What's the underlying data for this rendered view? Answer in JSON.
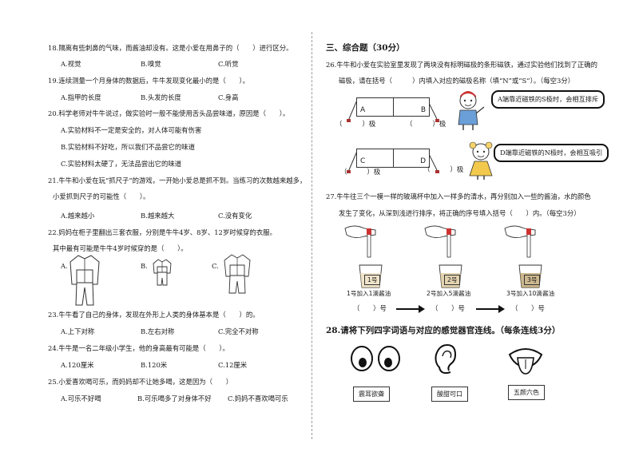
{
  "left": {
    "q18": {
      "text": "18.隔离有些刺鼻的气味，而酱油却没有。这是小爱在用鼻子的（　　）进行区分。",
      "a": "A.视觉",
      "b": "B.嗅觉",
      "c": "C.听觉"
    },
    "q19": {
      "text": "19.连续测量一个月身体的数据后，牛牛发现变化最小的是（　　）。",
      "a": "A.指甲的长度",
      "b": "B.头发的长度",
      "c": "C.身高"
    },
    "q20": {
      "text": "20.科学老师对牛牛说过，做实验时一般不能使用舌头品尝味道，原因是（　　）。",
      "a": "A.实验材料不一定是安全的，对人体可能有伤害",
      "b": "B.实验材料不好吃，所以我们不品尝它的味道",
      "c": "C.实验材料太硬了，无法品尝出它的味道"
    },
    "q21": {
      "text1": "21.牛牛和小爱在玩“抓尺子”的游戏，一开始小爱总是抓不到。当练习的次数越来越多，",
      "text2": "小爱抓到尺子的可能性（　　）。",
      "a": "A.越来越小",
      "b": "B.越来越大",
      "c": "C.没有变化"
    },
    "q22": {
      "text1": "22.妈妈在柜子里翻出三套衣服，分别是牛牛4岁、8岁、12岁时候穿的衣服。",
      "text2": "其中最有可能是牛牛4岁时候穿的是（　　）。",
      "a": "A.",
      "b": "B.",
      "c": "C."
    },
    "q23": {
      "text": "23.牛牛看了自己的身体，发现在外形上人类的身体基本是（　　）的。",
      "a": "A.上下对称",
      "b": "B.左右对称",
      "c": "C.完全不对称"
    },
    "q24": {
      "text": "24.牛牛是一名二年级小学生，他的身高最有可能是（　　）。",
      "a": "A.120厘米",
      "b": "B.120米",
      "c": "C.12厘米"
    },
    "q25": {
      "text": "25.小爱喜欢喝可乐，而妈妈却不让她多喝，这是因为（　　）",
      "a": "A.可乐不好喝",
      "b": "B.可乐喝多了对身体不好",
      "c": "C.妈妈不喜欢喝可乐"
    }
  },
  "right": {
    "section": "三、综合题（30分）",
    "q26": {
      "text1": "26.牛牛和小爱在实验室里发现了两块没有标明磁极的条形磁铁，通过实验他们找到了正确的",
      "text2": "磁极，请在括号（　　　）内填入对应的磁极名称（填“N”或“S”）。（每空3分）",
      "poleA": "A",
      "poleB": "B",
      "poleC": "C",
      "poleD": "D",
      "blank1": "（　　　）极",
      "blank2": "（　　　）极",
      "blank3": "（　　　）极",
      "blank4": "（　　　）极",
      "bubble1": "A端靠近磁铁的S极时，会相互排斥",
      "bubble2": "D端靠近磁铁的N极时，会相互吸引"
    },
    "q27": {
      "text1": "27.牛牛往三个一模一样的玻璃杯中加入一样多的清水，再分别加入一些的酱油，水的颜色",
      "text2": "发生了变化，从深到浅进行排序，将正确的序号填入括号（　　）内。（每空3分）",
      "cup1": "1号",
      "cup2": "2号",
      "cup3": "3号",
      "cap1": "1号加入1滴酱油",
      "cap2": "2号加入5滴酱油",
      "cap3": "3号加入10滴酱油",
      "blank1": "（　　）号",
      "blank2": "（　　）号",
      "blank3": "（　　）号"
    },
    "q28": {
      "text": "28.请将下列四字词语与对应的感觉器官连线。（每条连线3分）",
      "w1": "震耳欲聋",
      "w2": "酸甜可口",
      "w3": "五颜六色"
    }
  }
}
